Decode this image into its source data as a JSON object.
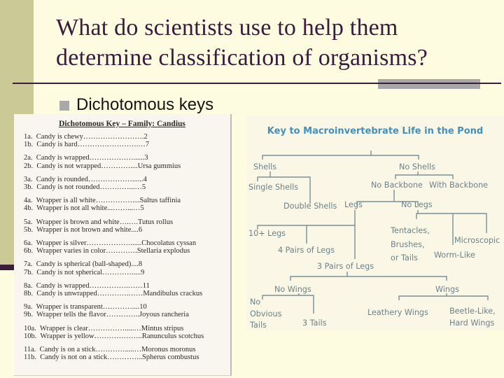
{
  "slide": {
    "title_line1": "What do scientists use to help them",
    "title_line2": "determine classification of organisms?",
    "bullet": "Dichotomous keys",
    "colors": {
      "background": "#fdfce1",
      "sidebar": "#cbca97",
      "accent_dark": "#3c1d3c",
      "accent_gray": "#a8a8a8",
      "title_text": "#3a1b3d"
    }
  },
  "document": {
    "heading": "Dichotomous Key – Family: Candius",
    "lines": [
      "1a.  Candy is chewy…………………….2",
      "1b.  Candy is hard…………………….…7",
      "2a.  Candy is wrapped………………......3",
      "2b.  Candy is not wrapped…………....Ursa gummius",
      "3a.  Candy is rounded………………......4",
      "3b.  Candy is not rounded…………...…5",
      "4a.  Wrapper is all white……………....Saltus taffinia",
      "4b.  Wrapper is not all white...……...…5",
      "5a.  Wrapper is brown and white….….Tutus rollus",
      "5b.  Wrapper is not brown and white....6",
      "6a.  Wrapper is silver………………......Chocolatus cyssan",
      "6b.  Wrapper varies in color………….Stellaria explodus",
      "7a.  Candy is spherical (ball-shaped)....8",
      "7b.  Candy is not spherical………….....9",
      "8a.  Candy is wrapped…………….……11",
      "8b.  Candy is unwrapped………….……Mandibulus crackus",
      "9a.  Wrapper is transparent…………....10",
      "9b.  Wrapper tells the flavor…………..Joyous rancheria",
      "10a.  Wrapper is clear…………….....…Mintus stripus",
      "10b.  Wrapper is yellow………………..Ranunculus scotchus",
      "11a.  Candy is on a stick………….....…Moronus moronus",
      "11b.  Candy is not on a stick…………...Spherus combustus"
    ]
  },
  "flowchart": {
    "title": "Key to Macroinvertebrate Life in the Pond",
    "nodes": {
      "shells": "Shells",
      "no_shells": "No Shells",
      "single_shells": "Single Shells",
      "double_shells": "Double Shells",
      "no_backbone": "No Backbone",
      "with_backbone": "With Backbone",
      "legs": "Legs",
      "no_legs": "No Legs",
      "ten_plus_legs": "10+ Legs",
      "four_pairs_legs": "4 Pairs of Legs",
      "three_pairs_legs": "3 Pairs of Legs",
      "tentacles_1": "Tentacles,",
      "tentacles_2": "Brushes,",
      "tentacles_3": "or Tails",
      "worm_like": "Worm-Like",
      "microscopic": "Microscopic",
      "no_wings": "No Wings",
      "wings": "Wings",
      "no_obvious_1": "No",
      "no_obvious_2": "Obvious",
      "no_obvious_3": "Tails",
      "three_tails": "3 Tails",
      "leathery_wings": "Leathery Wings",
      "beetle_1": "Beetle-Like,",
      "beetle_2": "Hard Wings"
    }
  }
}
